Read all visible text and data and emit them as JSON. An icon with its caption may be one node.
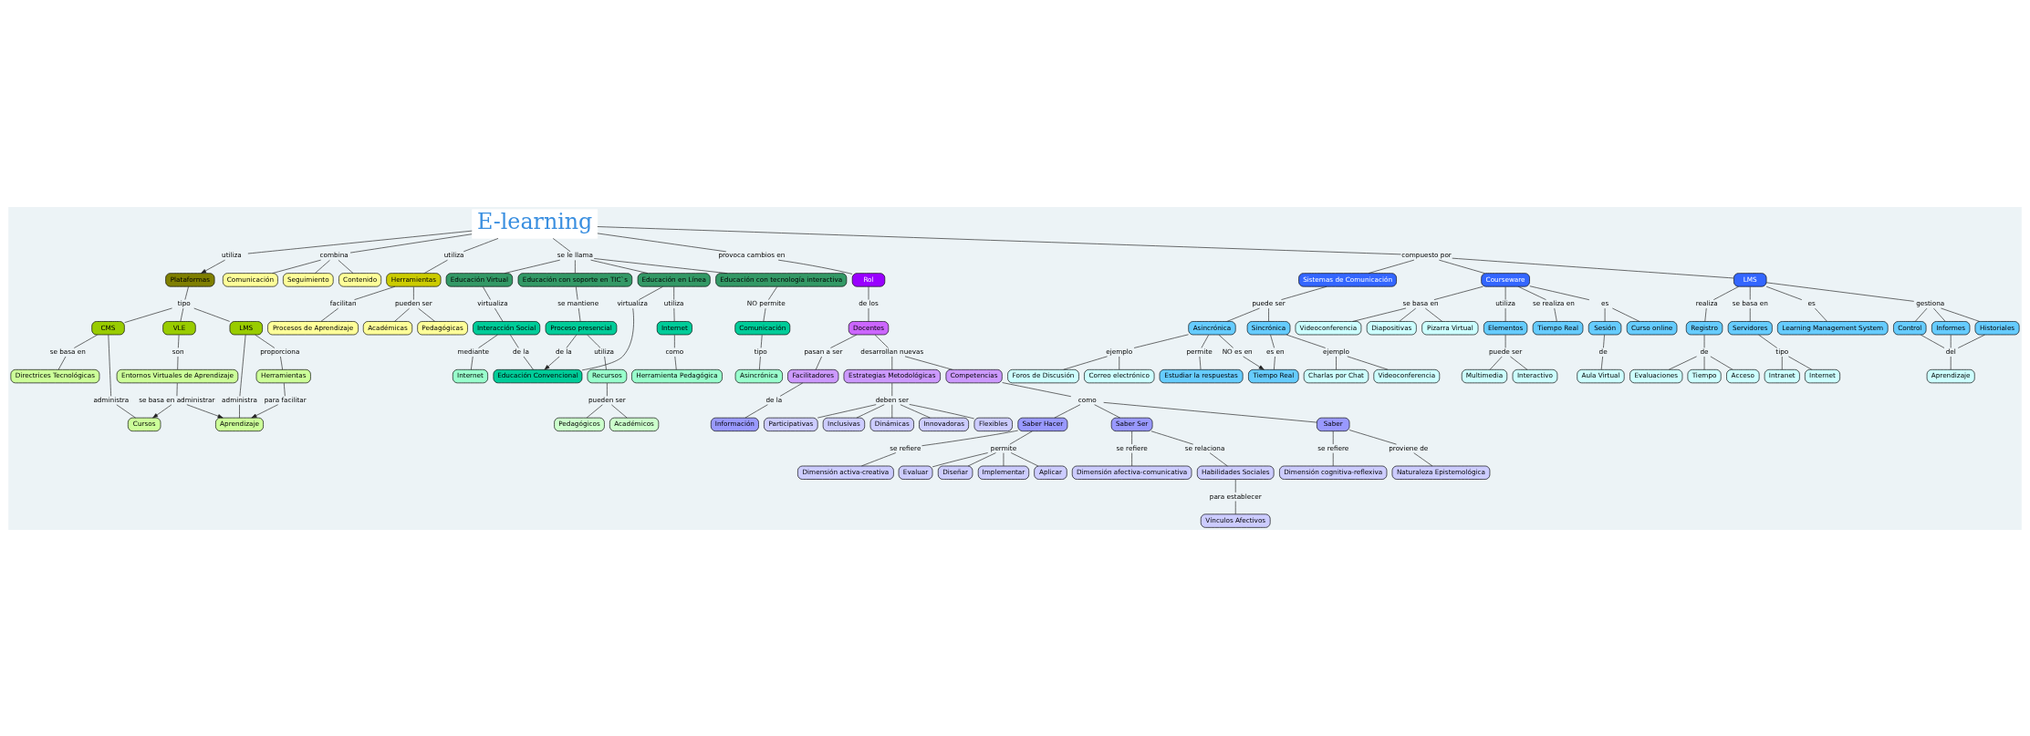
{
  "diagram": {
    "nodes": [
      {
        "text": [
          "E-learning"
        ]
      },
      {
        "text": [
          "utiliza"
        ]
      },
      {
        "text": [
          "Plataformas"
        ]
      },
      {
        "text": [
          "tipo"
        ]
      },
      {
        "text": [
          "CMS"
        ]
      },
      {
        "text": [
          "LMS"
        ]
      },
      {
        "text": [
          "VLE"
        ]
      },
      {
        "text": [
          "se basa en"
        ]
      },
      {
        "text": [
          "administra"
        ]
      },
      {
        "text": [
          "Directrices Tecnológicas"
        ]
      },
      {
        "text": [
          "Cursos"
        ]
      },
      {
        "text": [
          "administra"
        ]
      },
      {
        "text": [
          "proporciona"
        ]
      },
      {
        "text": [
          "Aprendizaje"
        ]
      },
      {
        "text": [
          "Herramientas"
        ]
      },
      {
        "text": [
          "son"
        ]
      },
      {
        "text": [
          "Entornos Virtuales de Aprendizaje"
        ]
      },
      {
        "text": [
          "se basa en administrar"
        ]
      },
      {
        "text": [
          "para facilitar"
        ]
      },
      {
        "text": [
          "combina"
        ]
      },
      {
        "text": [
          "Contenido"
        ]
      },
      {
        "text": [
          "Comunicación"
        ]
      },
      {
        "text": [
          "Seguimiento"
        ]
      },
      {
        "text": [
          "utiliza"
        ]
      },
      {
        "text": [
          "Herramientas"
        ]
      },
      {
        "text": [
          "facilitan"
        ]
      },
      {
        "text": [
          "Procesos de Aprendizaje"
        ]
      },
      {
        "text": [
          "pueden ser"
        ]
      },
      {
        "text": [
          "Pedagógicas"
        ]
      },
      {
        "text": [
          "Académicas"
        ]
      },
      {
        "text": [
          "se le llama"
        ]
      },
      {
        "text": [
          "Educación en Línea"
        ]
      },
      {
        "text": [
          "Educación Virtual"
        ]
      },
      {
        "text": [
          "Educación con soporte en TIC`s"
        ]
      },
      {
        "text": [
          "Educación con tecnología interactiva"
        ]
      },
      {
        "text": [
          "utiliza"
        ]
      },
      {
        "text": [
          "virtualiza"
        ]
      },
      {
        "text": [
          "Internet"
        ]
      },
      {
        "text": [
          "como"
        ]
      },
      {
        "text": [
          "Herramienta Pedagógica"
        ]
      },
      {
        "text": [
          "Educación Convencional"
        ]
      },
      {
        "text": [
          "virtualiza"
        ]
      },
      {
        "text": [
          "Interacción Social"
        ]
      },
      {
        "text": [
          "de la"
        ]
      },
      {
        "text": [
          "mediante"
        ]
      },
      {
        "text": [
          "Internet"
        ]
      },
      {
        "text": [
          "se mantiene"
        ]
      },
      {
        "text": [
          "Proceso presencial"
        ]
      },
      {
        "text": [
          "utiliza"
        ]
      },
      {
        "text": [
          "Recursos"
        ]
      },
      {
        "text": [
          "pueden ser"
        ]
      },
      {
        "text": [
          "Académicos"
        ]
      },
      {
        "text": [
          "Pedagógicos"
        ]
      },
      {
        "text": [
          "de la"
        ]
      },
      {
        "text": [
          "NO permite"
        ]
      },
      {
        "text": [
          "Comunicación"
        ]
      },
      {
        "text": [
          "tipo"
        ]
      },
      {
        "text": [
          "Asincrónica"
        ]
      },
      {
        "text": [
          "provoca cambios en"
        ]
      },
      {
        "text": [
          "Rol"
        ]
      },
      {
        "text": [
          "de los"
        ]
      },
      {
        "text": [
          "Docentes"
        ]
      },
      {
        "text": [
          "pasan a ser"
        ]
      },
      {
        "text": [
          "Facilitadores"
        ]
      },
      {
        "text": [
          "de la"
        ]
      },
      {
        "text": [
          "Información"
        ]
      },
      {
        "text": [
          "Estrategias Metodológicas"
        ]
      },
      {
        "text": [
          "deben ser"
        ]
      },
      {
        "text": [
          "Dinámicas"
        ]
      },
      {
        "text": [
          "Innovadoras"
        ]
      },
      {
        "text": [
          "Flexibles"
        ]
      },
      {
        "text": [
          "Participativas"
        ]
      },
      {
        "text": [
          "Inclusivas"
        ]
      },
      {
        "text": [
          "desarrollan nuevas"
        ]
      },
      {
        "text": [
          "Competencias"
        ]
      },
      {
        "text": [
          "como"
        ]
      },
      {
        "text": [
          "Saber"
        ]
      },
      {
        "text": [
          "Saber Hacer"
        ]
      },
      {
        "text": [
          "Saber Ser"
        ]
      },
      {
        "text": [
          "se refiere"
        ]
      },
      {
        "text": [
          "Dimensión cognitiva-reflexiva"
        ]
      },
      {
        "text": [
          "proviene de"
        ]
      },
      {
        "text": [
          "Naturaleza Epistemológica"
        ]
      },
      {
        "text": [
          "se refiere"
        ]
      },
      {
        "text": [
          "Dimensión activa-creativa"
        ]
      },
      {
        "text": [
          "permite"
        ]
      },
      {
        "text": [
          "Diseñar"
        ]
      },
      {
        "text": [
          "Implementar"
        ]
      },
      {
        "text": [
          "Aplicar"
        ]
      },
      {
        "text": [
          "Evaluar"
        ]
      },
      {
        "text": [
          "se refiere"
        ]
      },
      {
        "text": [
          "Dimensión afectiva-comunicativa"
        ]
      },
      {
        "text": [
          "se relaciona"
        ]
      },
      {
        "text": [
          "Habilidades Sociales"
        ]
      },
      {
        "text": [
          "para establecer"
        ]
      },
      {
        "text": [
          "Vínculos Afectivos"
        ]
      },
      {
        "text": [
          "compuesto por"
        ]
      },
      {
        "text": [
          "LMS"
        ]
      },
      {
        "text": [
          "Sistemas de Comunicación"
        ]
      },
      {
        "text": [
          "Courseware"
        ]
      },
      {
        "text": [
          "es"
        ]
      },
      {
        "text": [
          "Learning Management System"
        ]
      },
      {
        "text": [
          "gestiona"
        ]
      },
      {
        "text": [
          "Control"
        ]
      },
      {
        "text": [
          "Informes"
        ]
      },
      {
        "text": [
          "Historiales"
        ]
      },
      {
        "text": [
          "del"
        ]
      },
      {
        "text": [
          "Aprendizaje"
        ]
      },
      {
        "text": [
          "realiza"
        ]
      },
      {
        "text": [
          "Registro"
        ]
      },
      {
        "text": [
          "de"
        ]
      },
      {
        "text": [
          "Evaluaciones"
        ]
      },
      {
        "text": [
          "Tiempo"
        ]
      },
      {
        "text": [
          "Acceso"
        ]
      },
      {
        "text": [
          "se basa en"
        ]
      },
      {
        "text": [
          "Servidores"
        ]
      },
      {
        "text": [
          "tipo"
        ]
      },
      {
        "text": [
          "Internet"
        ]
      },
      {
        "text": [
          "Intranet"
        ]
      },
      {
        "text": [
          "puede ser"
        ]
      },
      {
        "text": [
          "Sincrónica"
        ]
      },
      {
        "text": [
          "Tiempo Real"
        ]
      },
      {
        "text": [
          "Asincrónica"
        ]
      },
      {
        "text": [
          "ejemplo"
        ]
      },
      {
        "text": [
          "es en"
        ]
      },
      {
        "text": [
          "NO es en"
        ]
      },
      {
        "text": [
          "ejemplo"
        ]
      },
      {
        "text": [
          "permite"
        ]
      },
      {
        "text": [
          "Charlas por Chat"
        ]
      },
      {
        "text": [
          "Videoconferencia"
        ]
      },
      {
        "text": [
          "Correo electrónico"
        ]
      },
      {
        "text": [
          "Foros de Discusión"
        ]
      },
      {
        "text": [
          "Estudiar la respuestas"
        ]
      },
      {
        "text": [
          "se realiza en"
        ]
      },
      {
        "text": [
          "Tiempo Real"
        ]
      },
      {
        "text": [
          "es"
        ]
      },
      {
        "text": [
          "se basa en"
        ]
      },
      {
        "text": [
          "Curso online"
        ]
      },
      {
        "text": [
          "Sesión"
        ]
      },
      {
        "text": [
          "de"
        ]
      },
      {
        "text": [
          "Aula Virtual"
        ]
      },
      {
        "text": [
          "utiliza"
        ]
      },
      {
        "text": [
          "Elementos"
        ]
      },
      {
        "text": [
          "puede ser"
        ]
      },
      {
        "text": [
          "Interactivo"
        ]
      },
      {
        "text": [
          "Multimedia"
        ]
      },
      {
        "text": [
          "Videoconferencia"
        ]
      },
      {
        "text": [
          "Diapositivas"
        ]
      },
      {
        "text": [
          "Pizarra Virtual"
        ]
      }
    ],
    "edges": [
      {
        "from": 0,
        "to": 1,
        "arrow": "none"
      },
      {
        "from": 1,
        "to": 2,
        "arrow": "to"
      },
      {
        "from": 2,
        "to": 3,
        "arrow": "none"
      },
      {
        "from": 3,
        "to": 4,
        "arrow": "none"
      },
      {
        "from": 3,
        "to": 5,
        "arrow": "none"
      },
      {
        "from": 3,
        "to": 6,
        "arrow": "none"
      },
      {
        "from": 4,
        "to": 7,
        "arrow": "none"
      },
      {
        "from": 7,
        "to": 9,
        "arrow": "none"
      },
      {
        "from": 4,
        "to": 8,
        "arrow": "none"
      },
      {
        "from": 8,
        "to": 10,
        "arrow": "none"
      },
      {
        "from": 5,
        "to": 11,
        "arrow": "none"
      },
      {
        "from": 11,
        "to": 13,
        "arrow": "none"
      },
      {
        "from": 5,
        "to": 12,
        "arrow": "none"
      },
      {
        "from": 12,
        "to": 14,
        "arrow": "none"
      },
      {
        "from": 6,
        "to": 15,
        "arrow": "none"
      },
      {
        "from": 15,
        "to": 16,
        "arrow": "none"
      },
      {
        "from": 16,
        "to": 17,
        "arrow": "none"
      },
      {
        "from": 17,
        "to": 10,
        "arrow": "to"
      },
      {
        "from": 17,
        "to": 13,
        "arrow": "to"
      },
      {
        "from": 14,
        "to": 18,
        "arrow": "none"
      },
      {
        "from": 18,
        "to": 13,
        "arrow": "to"
      },
      {
        "from": 0,
        "to": 19,
        "arrow": "none"
      },
      {
        "from": 19,
        "to": 20,
        "arrow": "none"
      },
      {
        "from": 19,
        "to": 21,
        "arrow": "none"
      },
      {
        "from": 19,
        "to": 22,
        "arrow": "none"
      },
      {
        "from": 0,
        "to": 23,
        "arrow": "none"
      },
      {
        "from": 23,
        "to": 24,
        "arrow": "none"
      },
      {
        "from": 24,
        "to": 25,
        "arrow": "none"
      },
      {
        "from": 25,
        "to": 26,
        "arrow": "none"
      },
      {
        "from": 24,
        "to": 27,
        "arrow": "none"
      },
      {
        "from": 27,
        "to": 28,
        "arrow": "none"
      },
      {
        "from": 27,
        "to": 29,
        "arrow": "none"
      },
      {
        "from": 0,
        "to": 30,
        "arrow": "none"
      },
      {
        "from": 30,
        "to": 31,
        "arrow": "none"
      },
      {
        "from": 30,
        "to": 32,
        "arrow": "none"
      },
      {
        "from": 30,
        "to": 33,
        "arrow": "none"
      },
      {
        "from": 30,
        "to": 34,
        "arrow": "none"
      },
      {
        "from": 31,
        "to": 35,
        "arrow": "none"
      },
      {
        "from": 35,
        "to": 37,
        "arrow": "none"
      },
      {
        "from": 37,
        "to": 38,
        "arrow": "none"
      },
      {
        "from": 38,
        "to": 39,
        "arrow": "none"
      },
      {
        "from": 31,
        "to": 36,
        "arrow": "none"
      },
      {
        "from": 36,
        "to": 40,
        "arrow": "none"
      },
      {
        "from": 32,
        "to": 41,
        "arrow": "none"
      },
      {
        "from": 41,
        "to": 42,
        "arrow": "none"
      },
      {
        "from": 42,
        "to": 43,
        "arrow": "none"
      },
      {
        "from": 43,
        "to": 40,
        "arrow": "none"
      },
      {
        "from": 42,
        "to": 44,
        "arrow": "none"
      },
      {
        "from": 44,
        "to": 45,
        "arrow": "none"
      },
      {
        "from": 33,
        "to": 46,
        "arrow": "none"
      },
      {
        "from": 46,
        "to": 47,
        "arrow": "none"
      },
      {
        "from": 47,
        "to": 48,
        "arrow": "none"
      },
      {
        "from": 48,
        "to": 49,
        "arrow": "none"
      },
      {
        "from": 49,
        "to": 50,
        "arrow": "none"
      },
      {
        "from": 50,
        "to": 51,
        "arrow": "none"
      },
      {
        "from": 50,
        "to": 52,
        "arrow": "none"
      },
      {
        "from": 47,
        "to": 53,
        "arrow": "none"
      },
      {
        "from": 53,
        "to": 40,
        "arrow": "to"
      },
      {
        "from": 34,
        "to": 54,
        "arrow": "none"
      },
      {
        "from": 54,
        "to": 55,
        "arrow": "none"
      },
      {
        "from": 55,
        "to": 56,
        "arrow": "none"
      },
      {
        "from": 56,
        "to": 57,
        "arrow": "none"
      },
      {
        "from": 0,
        "to": 58,
        "arrow": "none"
      },
      {
        "from": 58,
        "to": 59,
        "arrow": "none"
      },
      {
        "from": 59,
        "to": 60,
        "arrow": "none"
      },
      {
        "from": 60,
        "to": 61,
        "arrow": "none"
      },
      {
        "from": 61,
        "to": 62,
        "arrow": "none"
      },
      {
        "from": 62,
        "to": 63,
        "arrow": "none"
      },
      {
        "from": 63,
        "to": 64,
        "arrow": "none"
      },
      {
        "from": 64,
        "to": 65,
        "arrow": "none"
      },
      {
        "from": 66,
        "to": 67,
        "arrow": "none"
      },
      {
        "from": 67,
        "to": 68,
        "arrow": "none"
      },
      {
        "from": 67,
        "to": 69,
        "arrow": "none"
      },
      {
        "from": 67,
        "to": 70,
        "arrow": "none"
      },
      {
        "from": 67,
        "to": 71,
        "arrow": "none"
      },
      {
        "from": 67,
        "to": 72,
        "arrow": "none"
      },
      {
        "from": 61,
        "to": 73,
        "arrow": "none"
      },
      {
        "from": 73,
        "to": 66,
        "arrow": "none"
      },
      {
        "from": 73,
        "to": 74,
        "arrow": "none"
      },
      {
        "from": 74,
        "to": 75,
        "arrow": "none"
      },
      {
        "from": 75,
        "to": 76,
        "arrow": "none"
      },
      {
        "from": 75,
        "to": 77,
        "arrow": "none"
      },
      {
        "from": 75,
        "to": 78,
        "arrow": "none"
      },
      {
        "from": 76,
        "to": 79,
        "arrow": "none"
      },
      {
        "from": 79,
        "to": 80,
        "arrow": "none"
      },
      {
        "from": 76,
        "to": 81,
        "arrow": "none"
      },
      {
        "from": 81,
        "to": 82,
        "arrow": "none"
      },
      {
        "from": 77,
        "to": 83,
        "arrow": "none"
      },
      {
        "from": 83,
        "to": 84,
        "arrow": "none"
      },
      {
        "from": 77,
        "to": 85,
        "arrow": "none"
      },
      {
        "from": 85,
        "to": 86,
        "arrow": "none"
      },
      {
        "from": 85,
        "to": 87,
        "arrow": "none"
      },
      {
        "from": 85,
        "to": 88,
        "arrow": "none"
      },
      {
        "from": 85,
        "to": 89,
        "arrow": "none"
      },
      {
        "from": 78,
        "to": 90,
        "arrow": "none"
      },
      {
        "from": 90,
        "to": 91,
        "arrow": "none"
      },
      {
        "from": 78,
        "to": 92,
        "arrow": "none"
      },
      {
        "from": 92,
        "to": 93,
        "arrow": "none"
      },
      {
        "from": 93,
        "to": 94,
        "arrow": "none"
      },
      {
        "from": 94,
        "to": 95,
        "arrow": "none"
      },
      {
        "from": 0,
        "to": 96,
        "arrow": "none"
      },
      {
        "from": 96,
        "to": 97,
        "arrow": "none"
      },
      {
        "from": 96,
        "to": 98,
        "arrow": "none"
      },
      {
        "from": 96,
        "to": 99,
        "arrow": "none"
      },
      {
        "from": 97,
        "to": 100,
        "arrow": "none"
      },
      {
        "from": 100,
        "to": 101,
        "arrow": "none"
      },
      {
        "from": 97,
        "to": 102,
        "arrow": "none"
      },
      {
        "from": 102,
        "to": 103,
        "arrow": "none"
      },
      {
        "from": 102,
        "to": 104,
        "arrow": "none"
      },
      {
        "from": 102,
        "to": 105,
        "arrow": "none"
      },
      {
        "from": 103,
        "to": 106,
        "arrow": "none"
      },
      {
        "from": 104,
        "to": 106,
        "arrow": "none"
      },
      {
        "from": 105,
        "to": 106,
        "arrow": "none"
      },
      {
        "from": 106,
        "to": 107,
        "arrow": "none"
      },
      {
        "from": 97,
        "to": 108,
        "arrow": "none"
      },
      {
        "from": 108,
        "to": 109,
        "arrow": "none"
      },
      {
        "from": 109,
        "to": 110,
        "arrow": "none"
      },
      {
        "from": 110,
        "to": 111,
        "arrow": "none"
      },
      {
        "from": 110,
        "to": 112,
        "arrow": "none"
      },
      {
        "from": 110,
        "to": 113,
        "arrow": "none"
      },
      {
        "from": 97,
        "to": 114,
        "arrow": "none"
      },
      {
        "from": 114,
        "to": 115,
        "arrow": "none"
      },
      {
        "from": 115,
        "to": 116,
        "arrow": "none"
      },
      {
        "from": 116,
        "to": 117,
        "arrow": "none"
      },
      {
        "from": 116,
        "to": 118,
        "arrow": "none"
      },
      {
        "from": 98,
        "to": 119,
        "arrow": "none"
      },
      {
        "from": 119,
        "to": 120,
        "arrow": "none"
      },
      {
        "from": 119,
        "to": 122,
        "arrow": "none"
      },
      {
        "from": 120,
        "to": 123,
        "arrow": "none"
      },
      {
        "from": 123,
        "to": 128,
        "arrow": "none"
      },
      {
        "from": 123,
        "to": 129,
        "arrow": "none"
      },
      {
        "from": 120,
        "to": 124,
        "arrow": "none"
      },
      {
        "from": 124,
        "to": 121,
        "arrow": "none"
      },
      {
        "from": 122,
        "to": 125,
        "arrow": "none"
      },
      {
        "from": 125,
        "to": 121,
        "arrow": "to"
      },
      {
        "from": 122,
        "to": 126,
        "arrow": "none"
      },
      {
        "from": 126,
        "to": 130,
        "arrow": "none"
      },
      {
        "from": 126,
        "to": 131,
        "arrow": "none"
      },
      {
        "from": 122,
        "to": 127,
        "arrow": "none"
      },
      {
        "from": 127,
        "to": 132,
        "arrow": "none"
      },
      {
        "from": 99,
        "to": 133,
        "arrow": "none"
      },
      {
        "from": 133,
        "to": 134,
        "arrow": "none"
      },
      {
        "from": 99,
        "to": 135,
        "arrow": "none"
      },
      {
        "from": 135,
        "to": 137,
        "arrow": "none"
      },
      {
        "from": 135,
        "to": 138,
        "arrow": "none"
      },
      {
        "from": 138,
        "to": 139,
        "arrow": "none"
      },
      {
        "from": 139,
        "to": 140,
        "arrow": "none"
      },
      {
        "from": 99,
        "to": 136,
        "arrow": "none"
      },
      {
        "from": 136,
        "to": 146,
        "arrow": "none"
      },
      {
        "from": 136,
        "to": 147,
        "arrow": "none"
      },
      {
        "from": 136,
        "to": 148,
        "arrow": "none"
      },
      {
        "from": 99,
        "to": 141,
        "arrow": "none"
      },
      {
        "from": 141,
        "to": 142,
        "arrow": "none"
      },
      {
        "from": 142,
        "to": 143,
        "arrow": "none"
      },
      {
        "from": 143,
        "to": 144,
        "arrow": "none"
      },
      {
        "from": 143,
        "to": 145,
        "arrow": "none"
      }
    ]
  }
}
